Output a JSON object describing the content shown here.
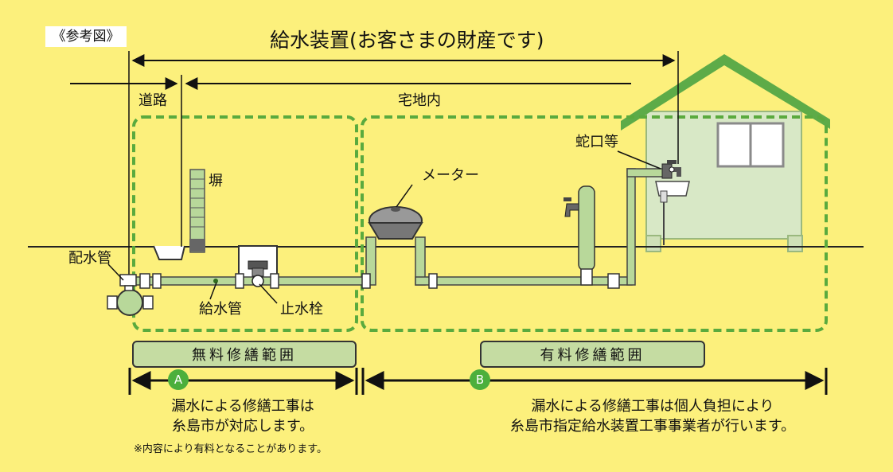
{
  "header": {
    "reference": "《参考図》",
    "title": "給水装置(お客さまの財産です)"
  },
  "zones": {
    "road": "道路",
    "premises": "宅地内"
  },
  "labels": {
    "faucet": "蛇口等",
    "meter": "メーター",
    "fence": "塀",
    "main_pipe": "配水管",
    "service_pipe": "給水管",
    "stop_valve": "止水栓"
  },
  "ranges": {
    "free": {
      "label": "無料修繕範囲",
      "marker": "A",
      "description_line1": "漏水による修繕工事は",
      "description_line2": "糸島市が対応します。",
      "note": "※内容により有料となることがあります。"
    },
    "paid": {
      "label": "有料修繕範囲",
      "marker": "B",
      "description_line1": "漏水による修繕工事は個人負担により",
      "description_line2": "糸島市指定給水装置工事事業者が行います。"
    }
  },
  "colors": {
    "background": "#fcf07c",
    "pipe": "#b8d89a",
    "house_wall": "#d8e8c6",
    "roof": "#5dab48",
    "zone_border": "#5aaa3e",
    "marker": "#4caf3c",
    "range_box": "#c5dca2"
  }
}
